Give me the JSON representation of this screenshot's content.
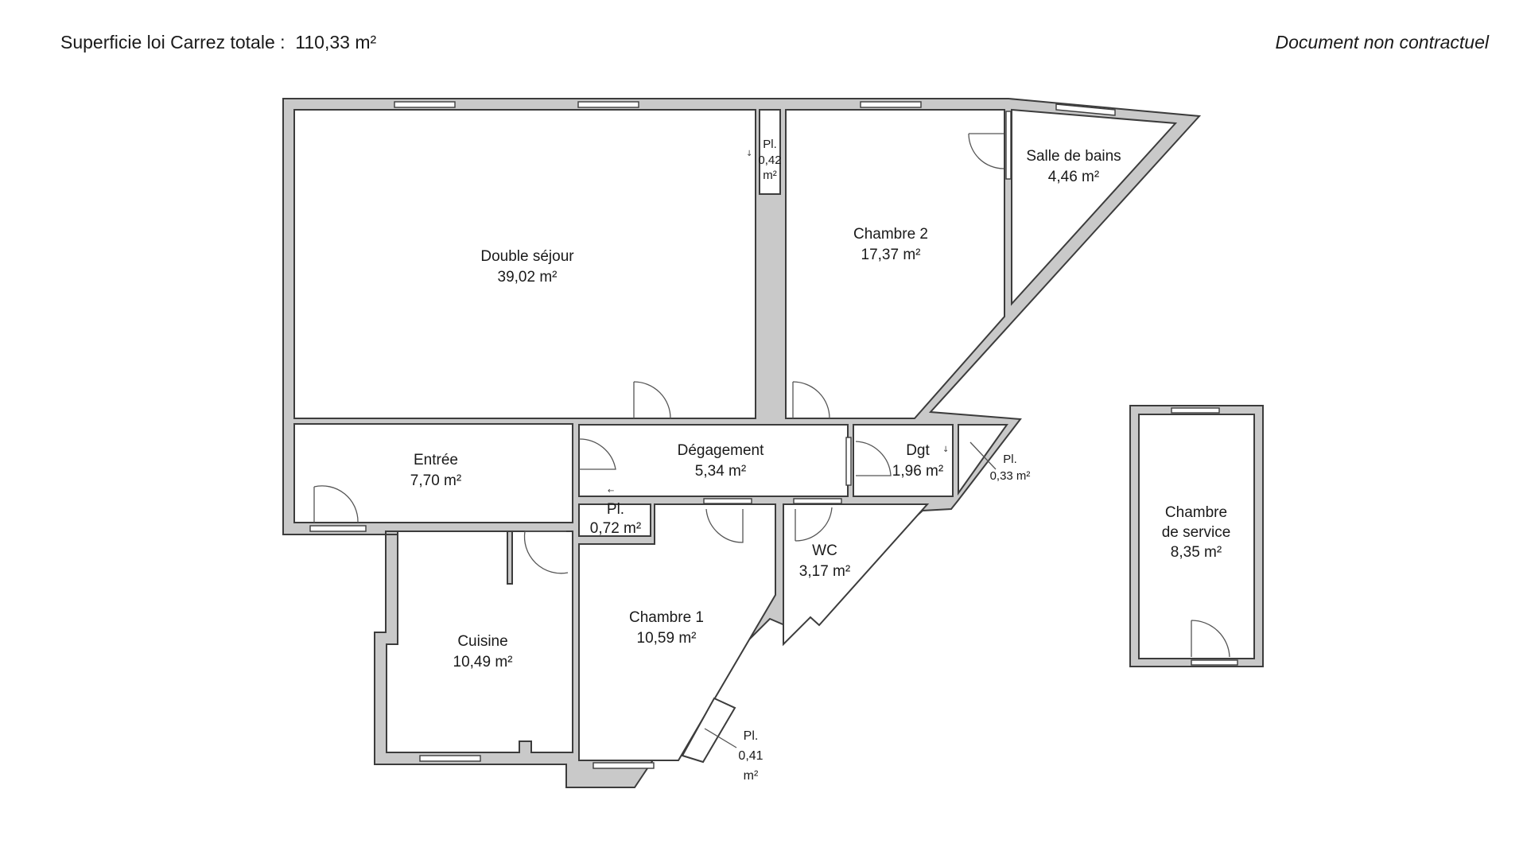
{
  "header": {
    "surface_label": "Superficie loi Carrez totale :",
    "surface_value": "110,33 m²",
    "disclaimer": "Document non contractuel"
  },
  "rooms": {
    "double_sejour": {
      "name": "Double séjour",
      "area": "39,02 m²"
    },
    "chambre2": {
      "name": "Chambre 2",
      "area": "17,37 m²"
    },
    "salle_de_bains": {
      "name": "Salle de bains",
      "area": "4,46 m²"
    },
    "placard_top": {
      "name": "Pl.",
      "area_line1": "0,42",
      "area_line2": "m²"
    },
    "entree": {
      "name": "Entrée",
      "area": "7,70 m²"
    },
    "degagement": {
      "name": "Dégagement",
      "area": "5,34 m²"
    },
    "dgt": {
      "name": "Dgt",
      "area": "1,96 m²"
    },
    "placard_033": {
      "name": "Pl.",
      "area": "0,33 m²"
    },
    "placard_072": {
      "name": "Pl.",
      "area": "0,72 m²"
    },
    "wc": {
      "name": "WC",
      "area": "3,17 m²"
    },
    "cuisine": {
      "name": "Cuisine",
      "area": "10,49 m²"
    },
    "chambre1": {
      "name": "Chambre 1",
      "area": "10,59 m²"
    },
    "placard_041": {
      "name": "Pl.",
      "area_line1": "0,41",
      "area_line2": "m²"
    },
    "chambre_service": {
      "name_line1": "Chambre",
      "name_line2": "de service",
      "area": "8,35 m²"
    }
  }
}
